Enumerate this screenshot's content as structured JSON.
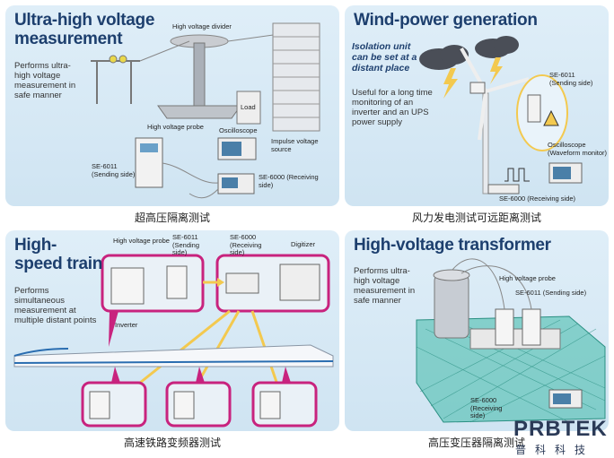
{
  "panels": {
    "p1": {
      "title": "Ultra-high voltage measurement",
      "description": "Performs ultra-high voltage measurement in safe manner",
      "labels": {
        "hv_divider": "High voltage divider",
        "load": "Load",
        "hv_probe": "High voltage probe",
        "oscilloscope": "Oscilloscope",
        "impulse": "Impulse voltage source",
        "se6011": "SE-6011 (Sending side)",
        "se6000": "SE-6000 (Receiving side)"
      },
      "caption": "超高压隔离测试"
    },
    "p2": {
      "title": "Wind-power generation",
      "highlight": "Isolation unit can be set at a distant place",
      "description": "Useful for a long time monitoring of an inverter and an UPS power supply",
      "labels": {
        "se6011": "SE-6011 (Sending side)",
        "oscilloscope": "Oscilloscope (Waveform monitor)",
        "se6000": "SE-6000 (Receiving side)"
      },
      "caption": "风力发电测试可远距离测试"
    },
    "p3": {
      "title": "High-speed train",
      "description": "Performs simultaneous measurement at multiple distant points",
      "labels": {
        "hv_probe": "High voltage probe",
        "se6011": "SE-6011 (Sending side)",
        "se6000": "SE-6000 (Receiving side)",
        "digitizer": "Digitizer",
        "inverter": "Inverter"
      },
      "caption": "高速铁路变频器测试"
    },
    "p4": {
      "title": "High-voltage transformer",
      "description": "Performs ultra-high voltage measurement in safe manner",
      "labels": {
        "hv_probe": "High voltage probe",
        "se6011": "SE-6011 (Sending side)",
        "se6000": "SE-6000 (Receiving side)"
      },
      "caption": "高压变压器隔离测试"
    }
  },
  "logo": {
    "main": "PRBTEK",
    "sub": "普科科技"
  },
  "colors": {
    "title": "#1d3f6e",
    "panel_bg": "#d8eaf6",
    "magenta": "#c8237e",
    "arrow": "#f3c94f"
  }
}
